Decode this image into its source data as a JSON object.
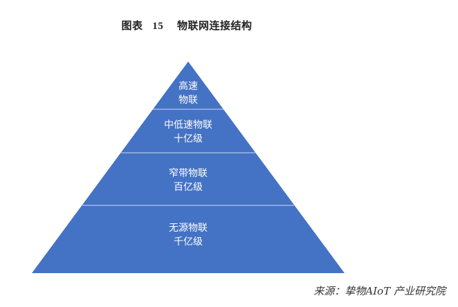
{
  "figure": {
    "label": "图表",
    "number": "15",
    "title": "物联网连接结构"
  },
  "pyramid": {
    "fill_color": "#4472C4",
    "divider_color": "#B4C7E7",
    "tiers": [
      {
        "line1": "高速",
        "line2": "物联"
      },
      {
        "line1": "中低速物联",
        "line2": "十亿级"
      },
      {
        "line1": "窄带物联",
        "line2": "百亿级"
      },
      {
        "line1": "无源物联",
        "line2": "千亿级"
      }
    ]
  },
  "source": "来源：挚物AIoT 产业研究院"
}
